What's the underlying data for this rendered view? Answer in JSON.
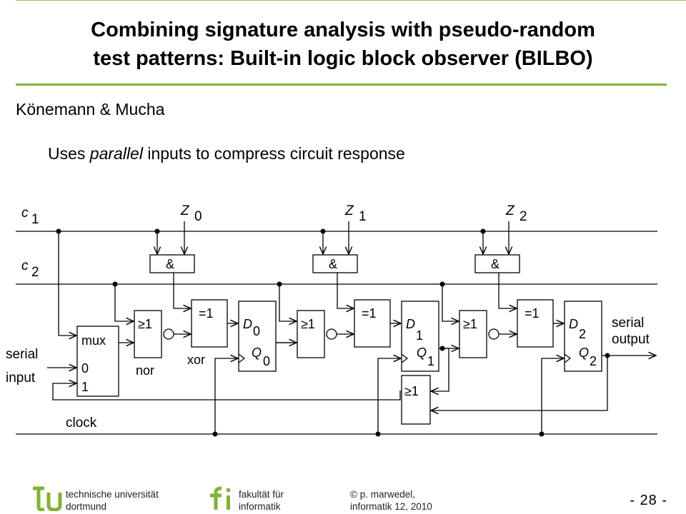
{
  "slide": {
    "title_line1": "Combining signature analysis with pseudo-random",
    "title_line2": "test patterns: Built-in logic block observer (BILBO)",
    "subtitle": "Könemann & Mucha",
    "bullet_pre": "Uses ",
    "bullet_em": "parallel",
    "bullet_post": " inputs to compress circuit response"
  },
  "diagram": {
    "signals": {
      "c1": "c",
      "c1_sub": "1",
      "c2": "c",
      "c2_sub": "2",
      "z0": "Z",
      "z0_sub": "0",
      "z1": "Z",
      "z1_sub": "1",
      "z2": "Z",
      "z2_sub": "2",
      "serial_in_1": "serial",
      "serial_in_2": "input",
      "clock": "clock",
      "serial_out_1": "serial",
      "serial_out_2": "output"
    },
    "gates": {
      "and": "&",
      "or": "≥1",
      "xor": "=1",
      "mux": "mux",
      "mux_0": "0",
      "mux_1": "1",
      "nor_label": "nor",
      "xor_label": "xor"
    },
    "ff": [
      {
        "d": "D",
        "d_sub": "0",
        "q": "Q",
        "q_sub": "0"
      },
      {
        "d": "D",
        "d_sub": "1",
        "q": "Q",
        "q_sub": "1"
      },
      {
        "d": "D",
        "d_sub": "2",
        "q": "Q",
        "q_sub": "2"
      }
    ]
  },
  "footer": {
    "uni_line1": "technische universität",
    "uni_line2": "dortmund",
    "fac_line1": "fakultät für",
    "fac_line2": "informatik",
    "copy_line1": "© p. marwedel,",
    "copy_line2": "informatik 12,  2010",
    "page": "- 28 -"
  },
  "colors": {
    "accent": "#80b432",
    "logo": "#80b432"
  }
}
